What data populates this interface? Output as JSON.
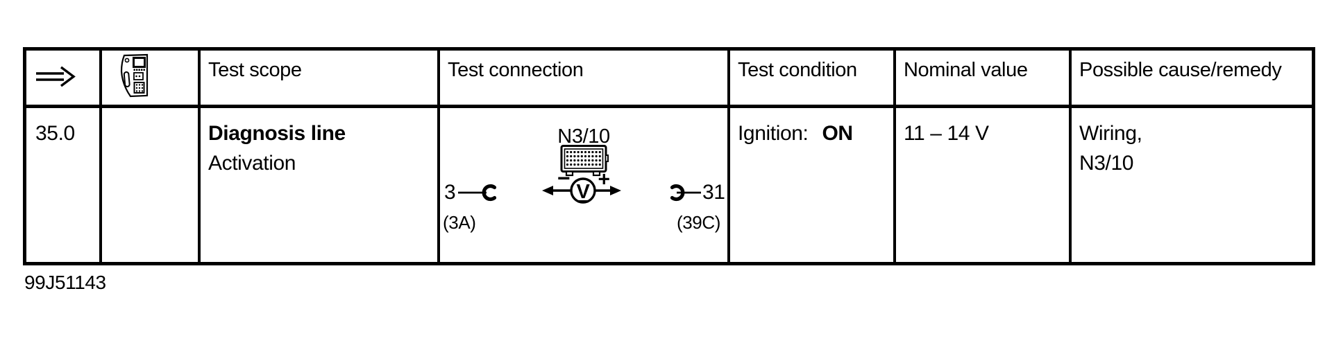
{
  "colors": {
    "ink": "#000000",
    "paper": "#ffffff"
  },
  "doc_id": "99J51143",
  "table": {
    "header": {
      "arrow_icon": "double-arrow-right",
      "tester_icon": "hand-held-tester",
      "columns": [
        "Test scope",
        "Test connection",
        "Test condition",
        "Nominal value",
        "Possible cause/remedy"
      ]
    },
    "row": {
      "step": "35.0",
      "test_scope": {
        "title": "Diagnosis line",
        "subtitle": "Activation"
      },
      "test_connection": {
        "component": "N3/10",
        "left_pin": "3",
        "left_socket": "(3A)",
        "right_pin": "31",
        "right_socket": "(39C)",
        "meter_symbol": "V",
        "meter_minus": "−",
        "meter_plus": "+"
      },
      "test_condition": {
        "label": "Ignition:",
        "value": "ON"
      },
      "nominal_value": "11 – 14 V",
      "possible_cause_lines": [
        "Wiring,",
        "N3/10"
      ]
    }
  }
}
